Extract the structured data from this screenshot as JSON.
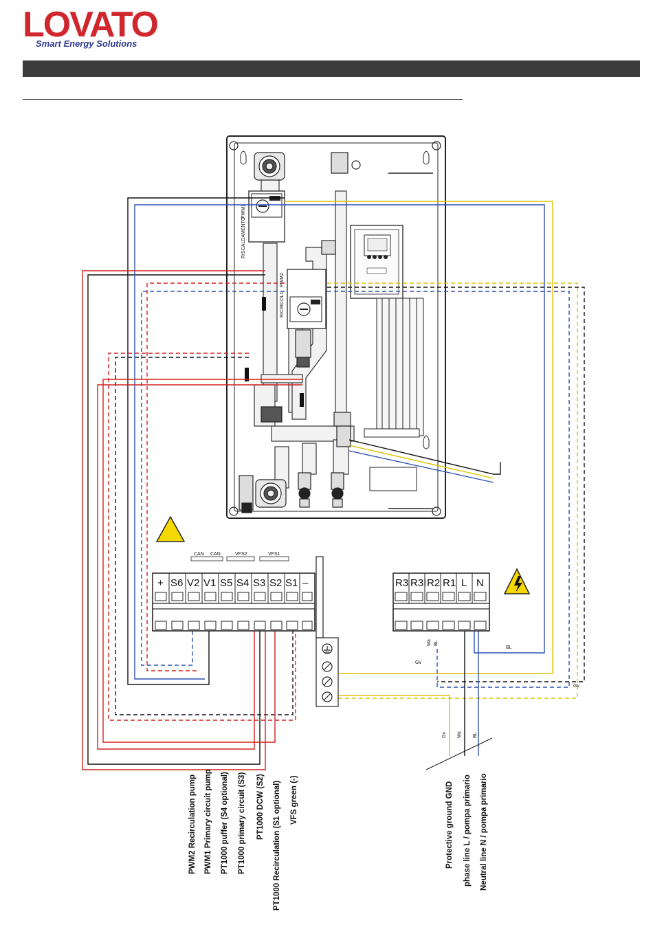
{
  "logo": {
    "word": "LOVATO",
    "tagline": "Smart Energy Solutions"
  },
  "colors": {
    "brand_red": "#d0262d",
    "brand_blue": "#2f3a8f",
    "wire_yellow": "#e0c000",
    "wire_blue": "#2c4fb5",
    "wire_red": "#d42020",
    "wire_black": "#111111",
    "warning_yellow": "#f5d800"
  },
  "unit_labels": {
    "pump1": "PWM1",
    "pump1_circuit": "RISCALDAMENTO",
    "pump2": "PWM2",
    "pump2_circuit": "RICIRCOLO"
  },
  "bus_labels": [
    "CAN",
    "CAN",
    "VFS2",
    "VFS1"
  ],
  "low_voltage_terminals": [
    "+",
    "S6",
    "V2",
    "V1",
    "S5",
    "S4",
    "S3",
    "S2",
    "S1",
    "–"
  ],
  "power_terminals": [
    "R3",
    "R3I",
    "R2",
    "R1",
    "L",
    "N"
  ],
  "wire_labels": {
    "gv1": "Gv",
    "gv2": "Gv",
    "gv3": "Gv",
    "ma1": "Ma",
    "ma2": "Ma",
    "bl1": "BL",
    "bl2": "BL",
    "bl3": "BL"
  },
  "signal_legend": [
    "PWM2 Recirculation pump",
    "PWM1 Primary circuit pump",
    "PT1000 puffer (S4 optional)",
    "PT1000 primary circuit (S3)",
    "PT1000 DCW (S2)",
    "PT1000 Recirculation (S1 optional)",
    "VFS green (-)"
  ],
  "power_legend": [
    "Protective ground GND",
    "phase line L / pompa primario",
    "Neutral line N / pompa primario"
  ]
}
